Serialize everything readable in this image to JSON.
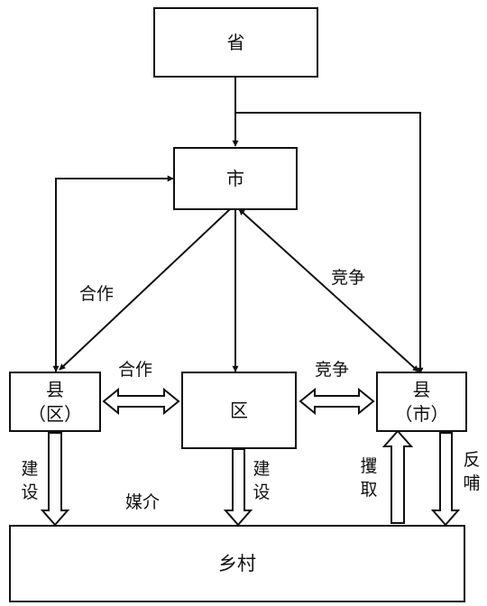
{
  "nodes": {
    "province": "省",
    "city": "市",
    "county_left": {
      "line1": "县",
      "line2": "（区）"
    },
    "district": "区",
    "county_right": {
      "line1": "县",
      "line2": "（市）"
    },
    "village": "乡村"
  },
  "labels": {
    "cooperation_upper": "合作",
    "competition_upper": "竞争",
    "cooperation_lower": "合作",
    "competition_lower": "竞争",
    "medium": "媒介",
    "build_left": [
      "建",
      "设"
    ],
    "build_mid": [
      "建",
      "设"
    ],
    "extract": [
      "攫",
      "取"
    ],
    "feedback": [
      "反",
      "哺"
    ]
  }
}
